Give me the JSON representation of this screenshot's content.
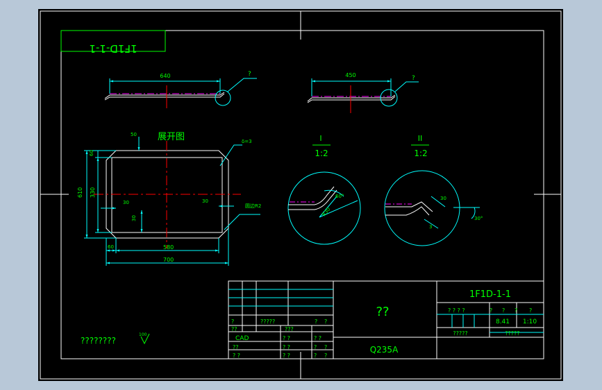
{
  "drawing": {
    "mirrored_code": "1F1D-1-1",
    "views": {
      "top_left": {
        "length": "640",
        "callout": "?"
      },
      "top_right": {
        "length": "450",
        "callout": "?"
      },
      "development": {
        "title": "展开图",
        "dims": {
          "d50": "50",
          "d60_top": "60",
          "d610": "610",
          "d330": "330",
          "d30_left": "30",
          "d30_right": "30",
          "d30_vert": "30",
          "d60_bottom": "60",
          "d580": "580",
          "d700": "700"
        },
        "note_thickness": "δ=3",
        "note_corner": "圆边R2"
      },
      "detail_1": {
        "label": "I",
        "scale": "1:2",
        "angle": "60°",
        "r_dim": "R30"
      },
      "detail_2": {
        "label": "II",
        "scale": "1:2",
        "dim_30": "30",
        "dim_3": "3",
        "angle": "30°"
      }
    },
    "roughness_note": "????????",
    "roughness_symbol": "100"
  },
  "title_block": {
    "drawing_no": "1F1D-1-1",
    "part_name": "??",
    "material": "Q235A",
    "headers": [
      "? ? ? ?",
      "?",
      "?",
      "?",
      "?"
    ],
    "weight": "8.41",
    "scale": "1:10",
    "left_bottom_labels": [
      "?",
      "??",
      "?????",
      "???",
      "?",
      "?"
    ],
    "cad_label": "CAD",
    "sign_rows": [
      "??",
      "? ?",
      "? ?",
      "? ?",
      "? ?",
      "? ?",
      "?",
      "?",
      "?",
      "?"
    ],
    "sheet_left": "?????",
    "sheet_right": "?????"
  },
  "colors": {
    "background": "#000000",
    "border": "#ffffff",
    "geometry": "#ffffff",
    "dimension": "#00ffff",
    "text": "#00ff00",
    "centerline": "#ff0000",
    "phantom": "#ff00ff"
  }
}
